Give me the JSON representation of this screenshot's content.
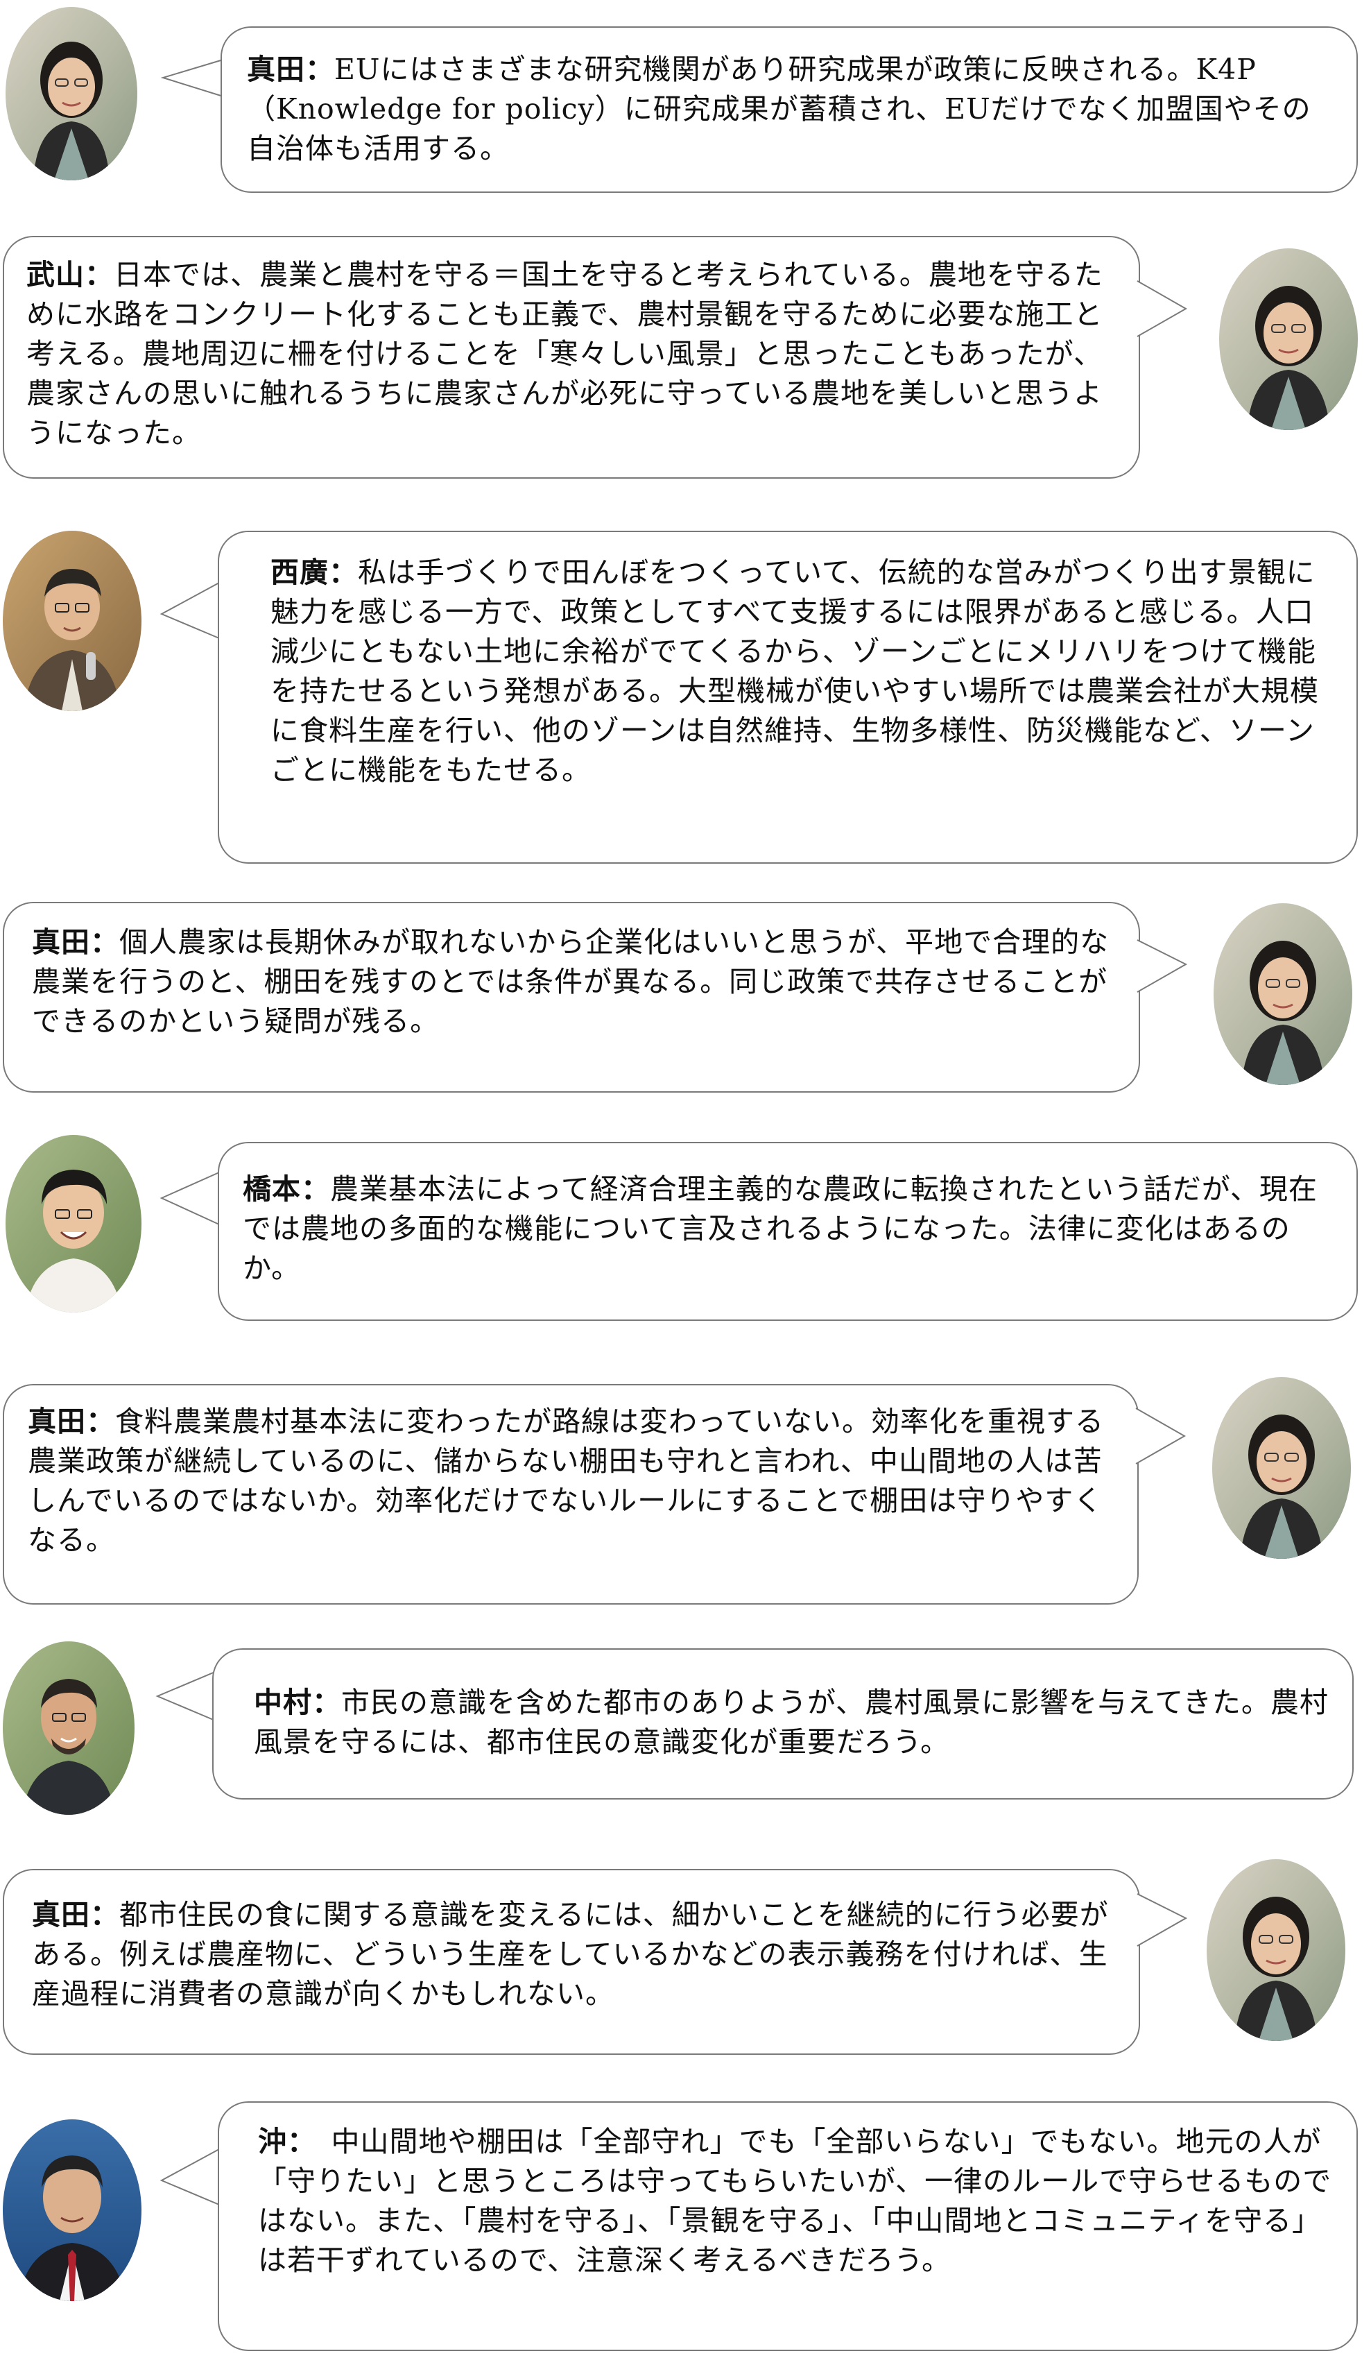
{
  "colors": {
    "bubble_border": "#7a7a7a",
    "text": "#111111",
    "background": "#ffffff"
  },
  "avatars": {
    "sanada": "photo-woman-glasses-black-jacket",
    "takeyama": "photo-woman-glasses-black-jacket",
    "nishihiro": "photo-man-glasses-microphone",
    "hashimoto": "photo-man-glasses-smiling",
    "nakamura": "photo-man-glasses-beard-outdoor",
    "oki": "photo-man-suit-tie"
  },
  "dialogue": [
    {
      "speaker": "真田：",
      "text": "EUにはさまざまな研究機関があり研究成果が政策に反映される。K4P（Knowledge for policy）に研究成果が蓄積され、EUだけでなく加盟国やその自治体も活用する。"
    },
    {
      "speaker": "武山：",
      "text": "日本では、農業と農村を守る＝国土を守ると考えられている。農地を守るために水路をコンクリート化することも正義で、農村景観を守るために必要な施工と考える。農地周辺に柵を付けることを「寒々しい風景」と思ったこともあったが、農家さんの思いに触れるうちに農家さんが必死に守っている農地を美しいと思うようになった。"
    },
    {
      "speaker": "西廣：",
      "text": "私は手づくりで田んぼをつくっていて、伝統的な営みがつくり出す景観に魅力を感じる一方で、政策としてすべて支援するには限界があると感じる。人口減少にともない土地に余裕がでてくるから、ゾーンごとにメリハリをつけて機能を持たせるという発想がある。大型機械が使いやすい場所では農業会社が大規模に食料生産を行い、他のゾーンは自然維持、生物多様性、防災機能など、ソーンごとに機能をもたせる。"
    },
    {
      "speaker": "真田：",
      "text": "個人農家は長期休みが取れないから企業化はいいと思うが、平地で合理的な農業を行うのと、棚田を残すのとでは条件が異なる。同じ政策で共存させることができるのかという疑問が残る。"
    },
    {
      "speaker": "橋本：",
      "text": "農業基本法によって経済合理主義的な農政に転換されたという話だが、現在では農地の多面的な機能について言及されるようになった。法律に変化はあるのか。"
    },
    {
      "speaker": "真田：",
      "text": "食料農業農村基本法に変わったが路線は変わっていない。効率化を重視する農業政策が継続しているのに、儲からない棚田も守れと言われ、中山間地の人は苦しんでいるのではないか。効率化だけでないルールにすることで棚田は守りやすくなる。"
    },
    {
      "speaker": "中村：",
      "text": "市民の意識を含めた都市のありようが、農村風景に影響を与えてきた。農村風景を守るには、都市住民の意識変化が重要だろう。"
    },
    {
      "speaker": "真田：",
      "text": "都市住民の食に関する意識を変えるには、細かいことを継続的に行う必要がある。例えば農産物に、どういう生産をしているかなどの表示義務を付ければ、生産過程に消費者の意識が向くかもしれない。"
    },
    {
      "speaker": "沖：",
      "text": "　中山間地や棚田は「全部守れ」でも「全部いらない」でもない。地元の人が「守りたい」と思うところは守ってもらいたいが、一律のルールで守らせるものではない。また、「農村を守る」、「景観を守る」、「中山間地とコミュニティを守る」は若干ずれているので、注意深く考えるべきだろう。"
    }
  ]
}
